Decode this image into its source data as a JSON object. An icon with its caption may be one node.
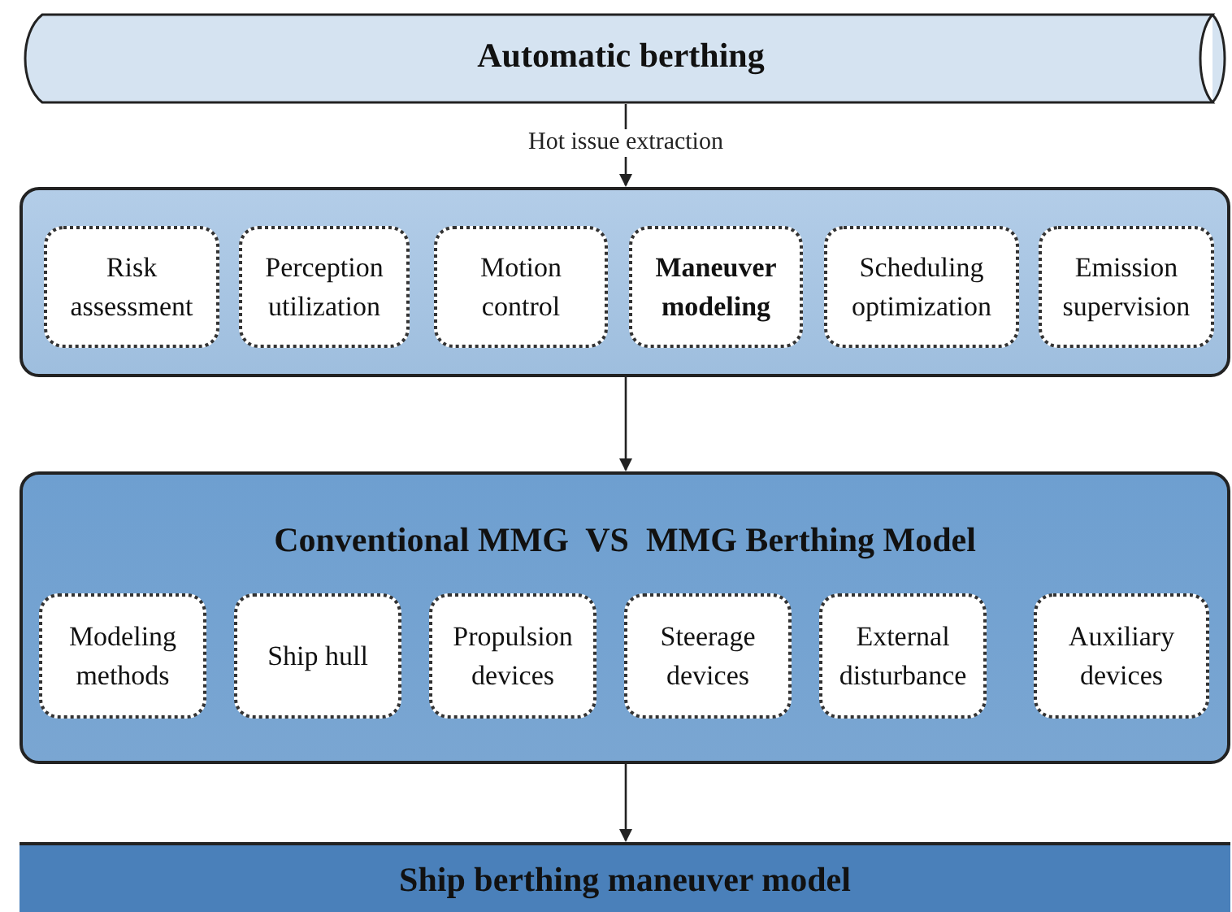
{
  "diagram": {
    "nodes": [
      {
        "text": [
          "Automatic berthing"
        ]
      },
      {
        "text": [],
        "shape": "box"
      },
      {
        "text": [
          "Risk assessment"
        ],
        "in": 1
      },
      {
        "text": [
          "Perception utilization"
        ],
        "in": 1
      },
      {
        "text": [
          "Motion control"
        ],
        "in": 1
      },
      {
        "text": [
          "Maneuver modeling"
        ],
        "in": 1
      },
      {
        "text": [
          "Scheduling optimization"
        ],
        "in": 1
      },
      {
        "text": [
          "Emission supervision"
        ],
        "in": 1
      },
      {
        "text": [
          "Conventional MMG  VS  MMG Berthing Model"
        ]
      },
      {
        "text": [
          "Modeling methods"
        ],
        "in": 8
      },
      {
        "text": [
          "Ship hull"
        ],
        "in": 8
      },
      {
        "text": [
          "Propulsion devices"
        ],
        "in": 8
      },
      {
        "text": [
          "Steerage devices"
        ],
        "in": 8
      },
      {
        "text": [
          "External disturbance"
        ],
        "in": 8
      },
      {
        "text": [
          "Auxiliary devices"
        ],
        "in": 8
      },
      {
        "text": [
          "Ship berthing maneuver model"
        ]
      }
    ],
    "edges": [
      {
        "from": 0,
        "to": 1,
        "arrow": "to",
        "label": "Hot issue extraction"
      },
      {
        "from": 1,
        "to": 8,
        "arrow": "to"
      },
      {
        "from": 8,
        "to": 15,
        "arrow": "to"
      }
    ]
  }
}
